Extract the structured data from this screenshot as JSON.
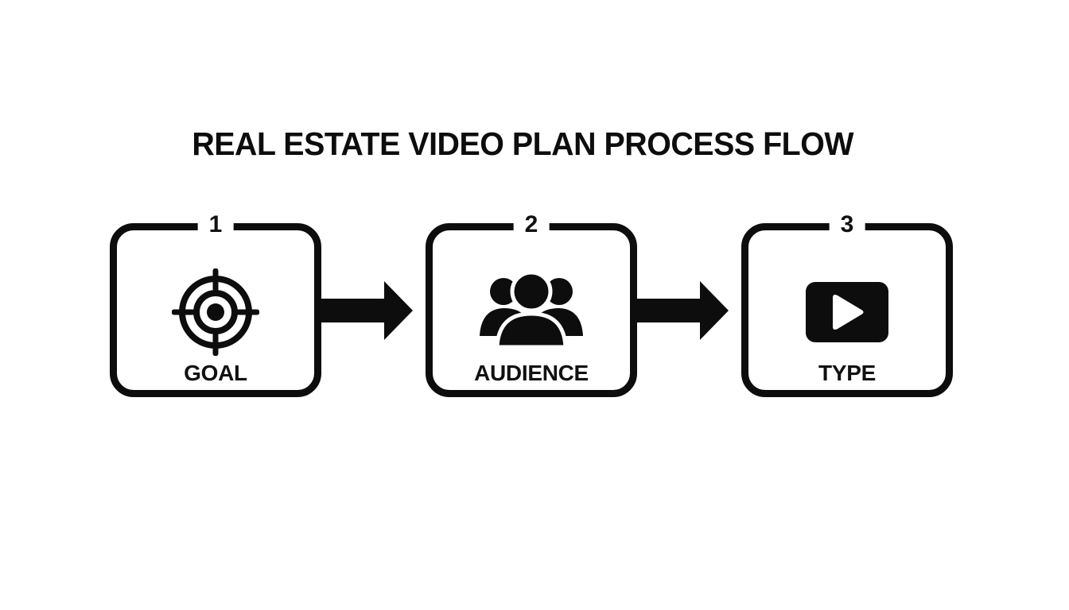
{
  "diagram": {
    "title": "REAL ESTATE VIDEO PLAN PROCESS FLOW",
    "steps": [
      {
        "number": "1",
        "label": "GOAL",
        "icon": "target-icon"
      },
      {
        "number": "2",
        "label": "AUDIENCE",
        "icon": "users-group-icon"
      },
      {
        "number": "3",
        "label": "TYPE",
        "icon": "video-play-icon"
      }
    ],
    "connectors": [
      {
        "from": "1",
        "to": "2",
        "icon": "arrow-right-icon"
      },
      {
        "from": "2",
        "to": "3",
        "icon": "arrow-right-icon"
      }
    ],
    "colors": {
      "stroke": "#0d0d0d",
      "background": "#ffffff"
    }
  }
}
